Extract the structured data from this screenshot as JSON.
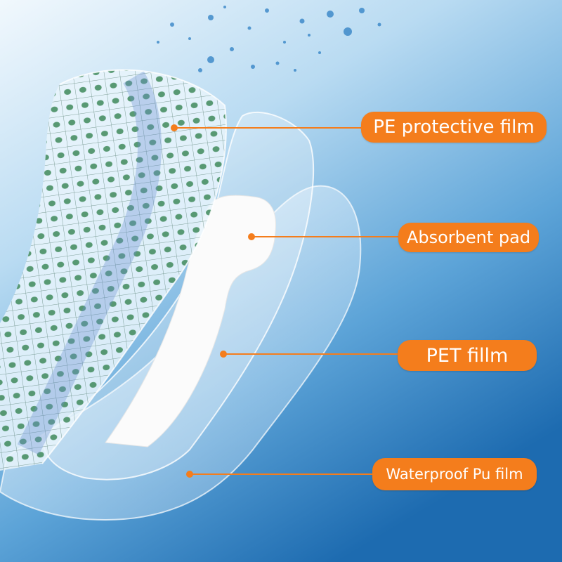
{
  "labels": {
    "pe_film": "PE protective film",
    "absorbent_pad": "Absorbent pad",
    "pet_film": "PET fillm",
    "waterproof_film": "Waterproof Pu film"
  },
  "colors": {
    "accent": "#f47d1c",
    "background_top": "#eaf4fb",
    "background_bottom": "#1f6fb3",
    "grid_print": "#3f8a5c"
  }
}
